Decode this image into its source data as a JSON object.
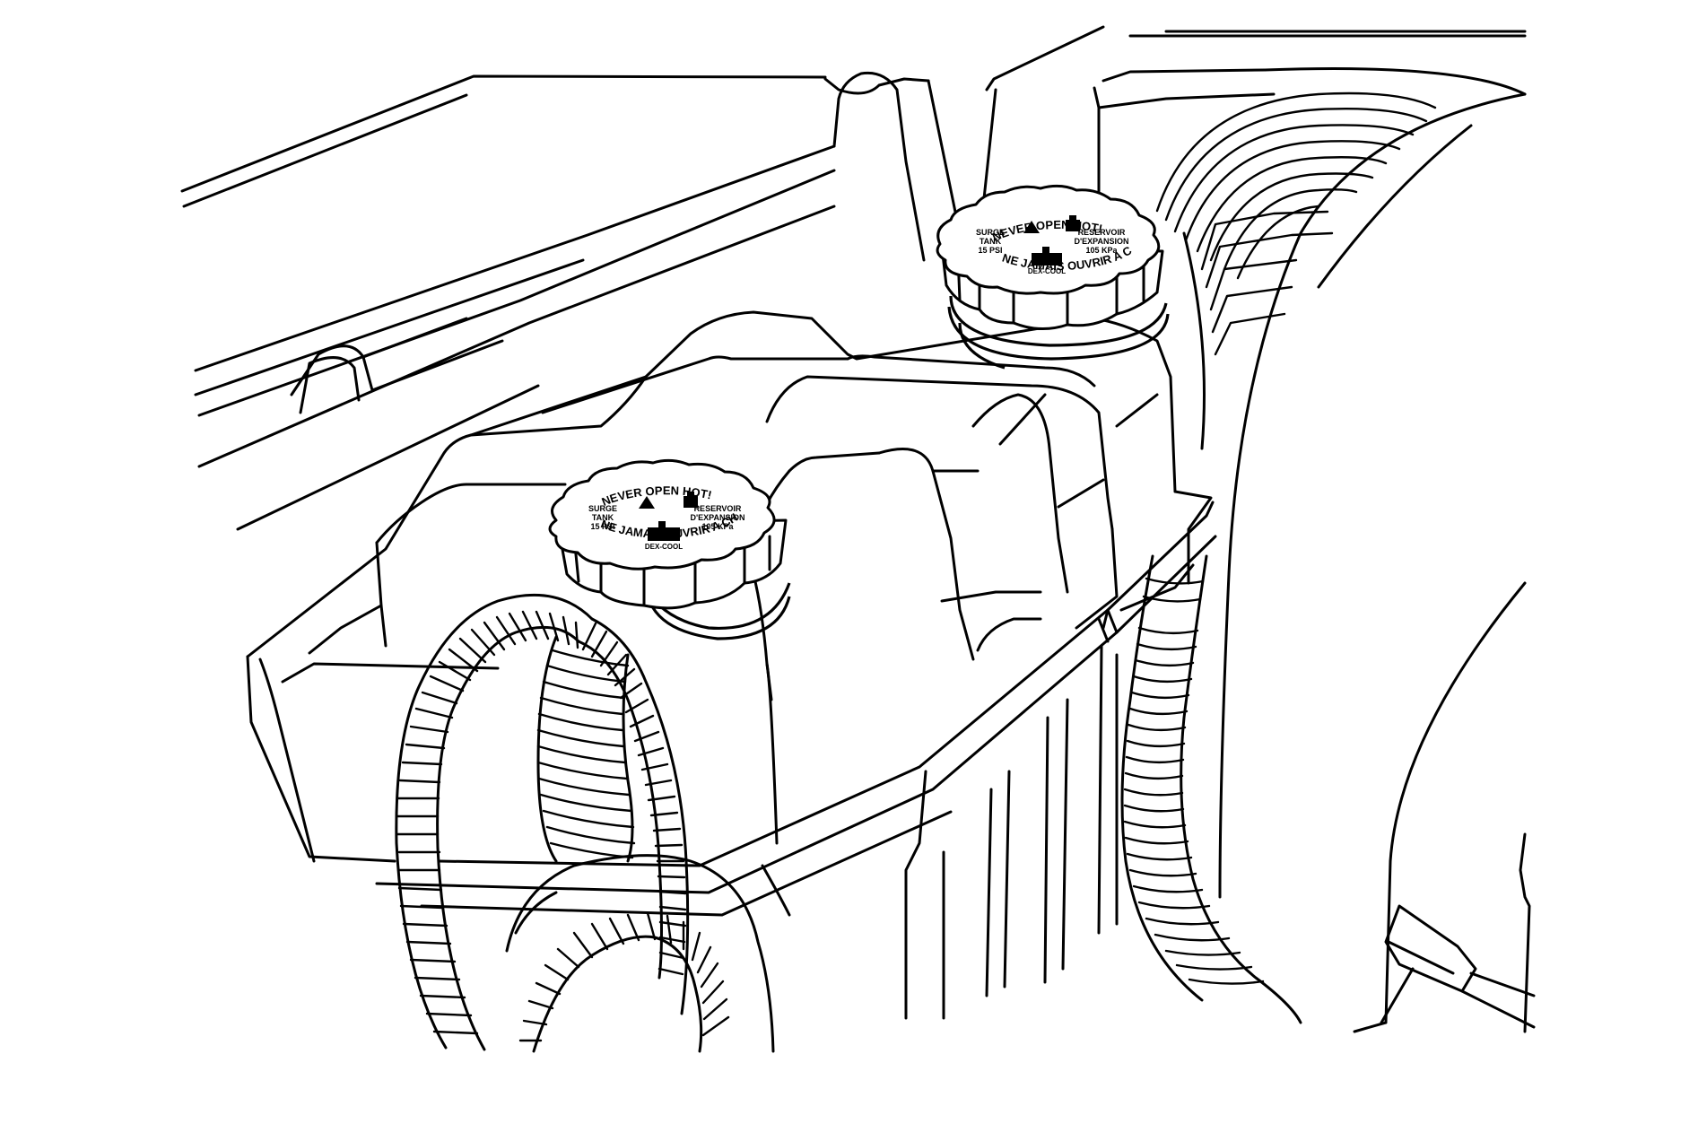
{
  "caps": [
    {
      "id": "rear",
      "arc_top": "NEVER OPEN HOT!",
      "arc_bottom": "NE JAMAIS OUVRIR A CHAUD",
      "left_lines": [
        "SURGE",
        "TANK",
        "15 PSI"
      ],
      "right_lines": [
        "RESERVOIR",
        "D'EXPANSION",
        "105 KPa"
      ],
      "center_label": "DEX-COOL",
      "warning_icon": "warning-triangle-icon",
      "reservoir_icon": "coolant-reservoir-icon",
      "filler_icon": "coolant-level-icon"
    },
    {
      "id": "front",
      "arc_top": "NEVER OPEN HOT!",
      "arc_bottom": "NE JAMAIS OUVRIR A CHAUD",
      "left_lines": [
        "SURGE",
        "TANK",
        "15 PSI"
      ],
      "right_lines": [
        "RESERVOIR",
        "D'EXPANSION",
        "105 KPa"
      ],
      "center_label": "DEX-COOL",
      "warning_icon": "warning-triangle-icon",
      "reservoir_icon": "coolant-reservoir-icon",
      "filler_icon": "coolant-level-icon"
    }
  ]
}
